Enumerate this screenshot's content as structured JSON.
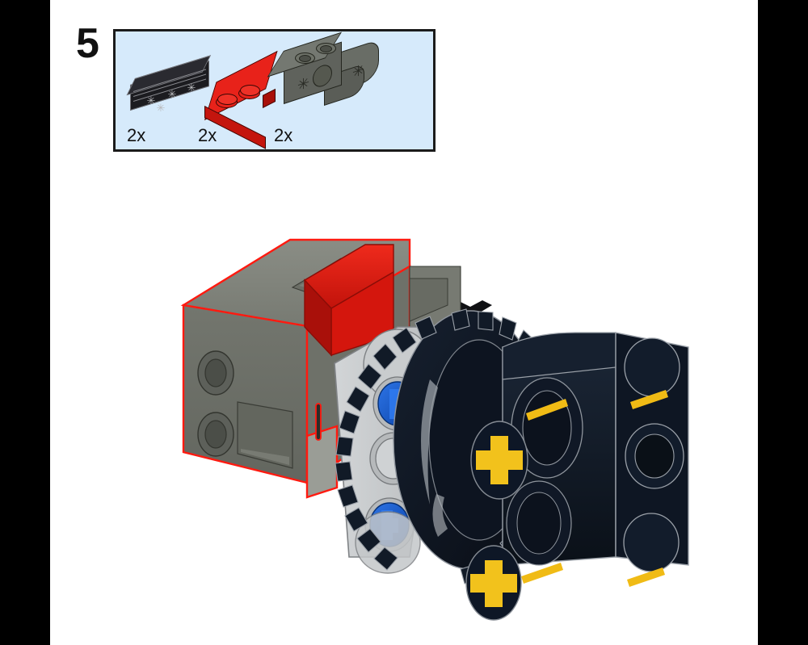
{
  "page": {
    "kind": "lego-building-instruction-step",
    "background_color": "#ffffff",
    "letterbox_color": "#000000"
  },
  "step": {
    "number": "5"
  },
  "parts_callout": {
    "background_color": "#d6eafb",
    "border_color": "#1b1b1b",
    "parts": [
      {
        "name": "black-technic-axle",
        "quantity_label": "2x",
        "color_name": "black",
        "color_hex": "#1c1c20"
      },
      {
        "name": "red-plate-1x2",
        "quantity_label": "2x",
        "color_name": "red",
        "color_hex": "#e8221a"
      },
      {
        "name": "dark-gray-technic-bracket",
        "quantity_label": "2x",
        "color_name": "dark-gray",
        "color_hex": "#5f625c"
      }
    ]
  },
  "assembly": {
    "description": "LEGO Technic differential gear assembly in isometric view",
    "new_part_highlight_color": "#ff1a10",
    "elements": [
      {
        "name": "dark-gray-bracket-left",
        "color_hex": "#6e7269",
        "highlighted": true
      },
      {
        "name": "red-plate-top",
        "color_hex": "#e01b12",
        "highlighted": true
      },
      {
        "name": "black-axle-cross-upper",
        "color_hex": "#111114"
      },
      {
        "name": "black-axle-cross-lower",
        "color_hex": "#111114"
      },
      {
        "name": "light-gray-liftarm",
        "color_hex": "#c2c5c7"
      },
      {
        "name": "blue-technic-pin-upper",
        "color_hex": "#1257c4"
      },
      {
        "name": "blue-technic-pin-lower",
        "color_hex": "#1257c4"
      },
      {
        "name": "black-differential-gear",
        "color_hex": "#0d1420"
      },
      {
        "name": "black-beam-housing",
        "color_hex": "#101826"
      },
      {
        "name": "yellow-axle-marker-upper",
        "color_hex": "#f2c21c"
      },
      {
        "name": "yellow-axle-marker-lower",
        "color_hex": "#f2c21c"
      },
      {
        "name": "yellow-pin-stripe-1",
        "color_hex": "#f0bb15"
      },
      {
        "name": "yellow-pin-stripe-2",
        "color_hex": "#f0bb15"
      },
      {
        "name": "yellow-pin-stripe-3",
        "color_hex": "#f0bb15"
      },
      {
        "name": "yellow-pin-stripe-4",
        "color_hex": "#f0bb15"
      }
    ]
  }
}
